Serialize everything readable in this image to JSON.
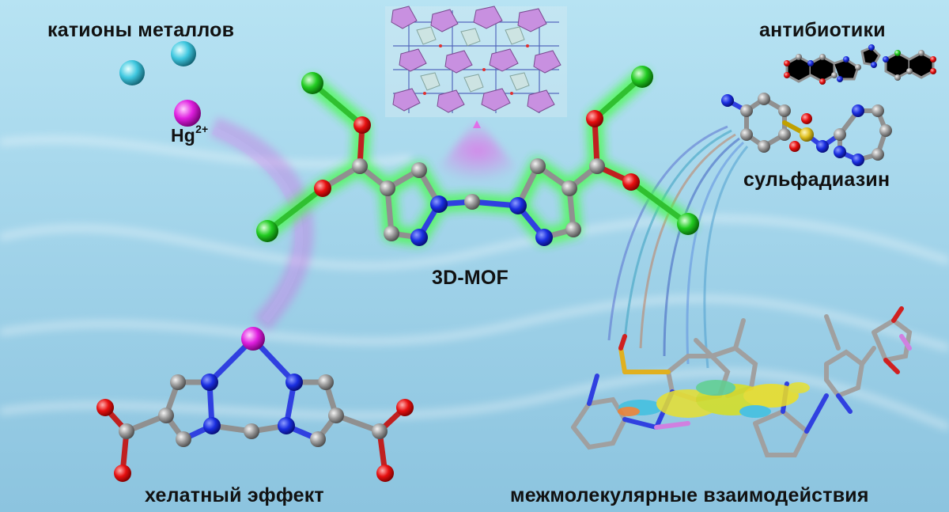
{
  "labels": {
    "metal_cations": "катионы металлов",
    "antibiotics": "антибиотики",
    "mercury_symbol": "Hg",
    "mercury_charge": "2+",
    "sulfadiazine": "сульфадиазин",
    "mof": "3D-MOF",
    "chelate_effect": "хелатный эффект",
    "intermolecular": "межмолекулярные взаимодействия"
  },
  "colors": {
    "background": "#a8d8ea",
    "carbon": "#8f8f8f",
    "nitrogen": "#1428d8",
    "oxygen": "#e01010",
    "chlorine": "#22cc22",
    "mercury": "#e020e0",
    "cation": "#40c8e0",
    "sulfur": "#e0c020",
    "mof_polyhedra": "#c890e0"
  }
}
